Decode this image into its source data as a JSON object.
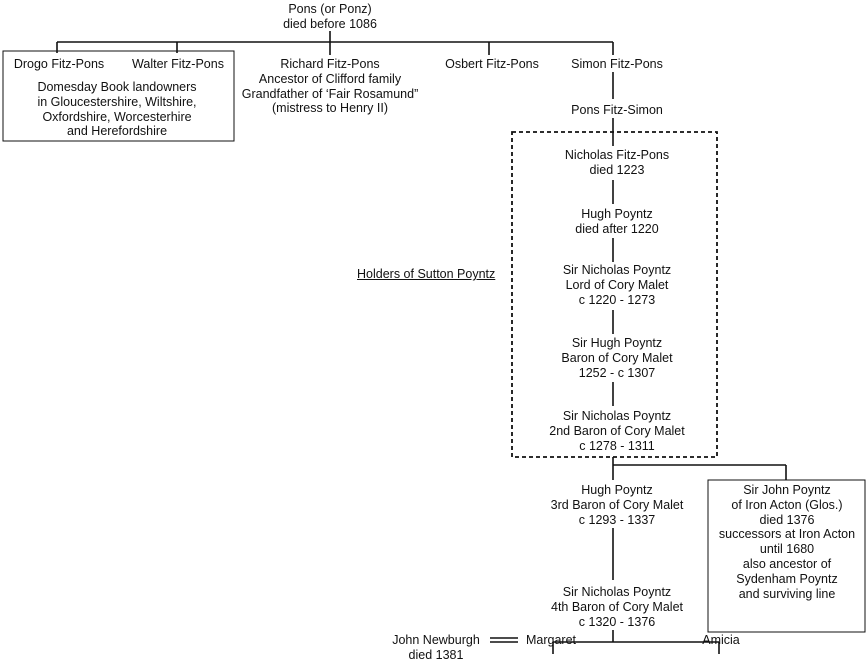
{
  "people": {
    "pons": [
      "Pons (or Ponz)",
      "died before 1086"
    ],
    "drogo": [
      "Drogo Fitz-Pons"
    ],
    "walter": [
      "Walter Fitz-Pons"
    ],
    "drogo_walter_note": [
      "Domesday Book landowners",
      "in Gloucestershire, Wiltshire,",
      "Oxfordshire, Worcesterhire",
      "and Herefordshire"
    ],
    "richard": [
      "Richard Fitz-Pons",
      "Ancestor of Clifford family",
      "Grandfather of ‘Fair Rosamund”",
      "(mistress to Henry II)"
    ],
    "osbert": [
      "Osbert Fitz-Pons"
    ],
    "simon": [
      "Simon Fitz-Pons"
    ],
    "pons_fitz_simon": [
      "Pons Fitz-Simon"
    ],
    "nicholas_fitz_pons": [
      "Nicholas Fitz-Pons",
      "died 1223"
    ],
    "hugh_1": [
      "Hugh Poyntz",
      "died after 1220"
    ],
    "nicholas_1": [
      "Sir Nicholas Poyntz",
      "Lord of Cory Malet",
      "c 1220 - 1273"
    ],
    "hugh_2": [
      "Sir Hugh Poyntz",
      "Baron of Cory Malet",
      "1252 - c 1307"
    ],
    "nicholas_2": [
      "Sir Nicholas Poyntz",
      "2nd Baron of Cory Malet",
      "c 1278 - 1311"
    ],
    "hugh_3": [
      "Hugh Poyntz",
      "3rd Baron of Cory Malet",
      "c 1293 - 1337"
    ],
    "john_iron_acton": [
      "Sir John Poyntz",
      "of Iron Acton (Glos.)",
      "died 1376",
      "successors at Iron Acton",
      "until 1680",
      "also ancestor of",
      "Sydenham Poyntz",
      "and surviving line"
    ],
    "nicholas_3": [
      "Sir Nicholas Poyntz",
      "4th Baron of Cory Malet",
      "c 1320 - 1376"
    ],
    "john_newburgh": [
      "John Newburgh",
      "died 1381"
    ],
    "margaret": [
      "Margaret"
    ],
    "amicia": [
      "Amicia"
    ]
  },
  "captions": {
    "sutton_holders": "Holders of Sutton Poyntz"
  }
}
